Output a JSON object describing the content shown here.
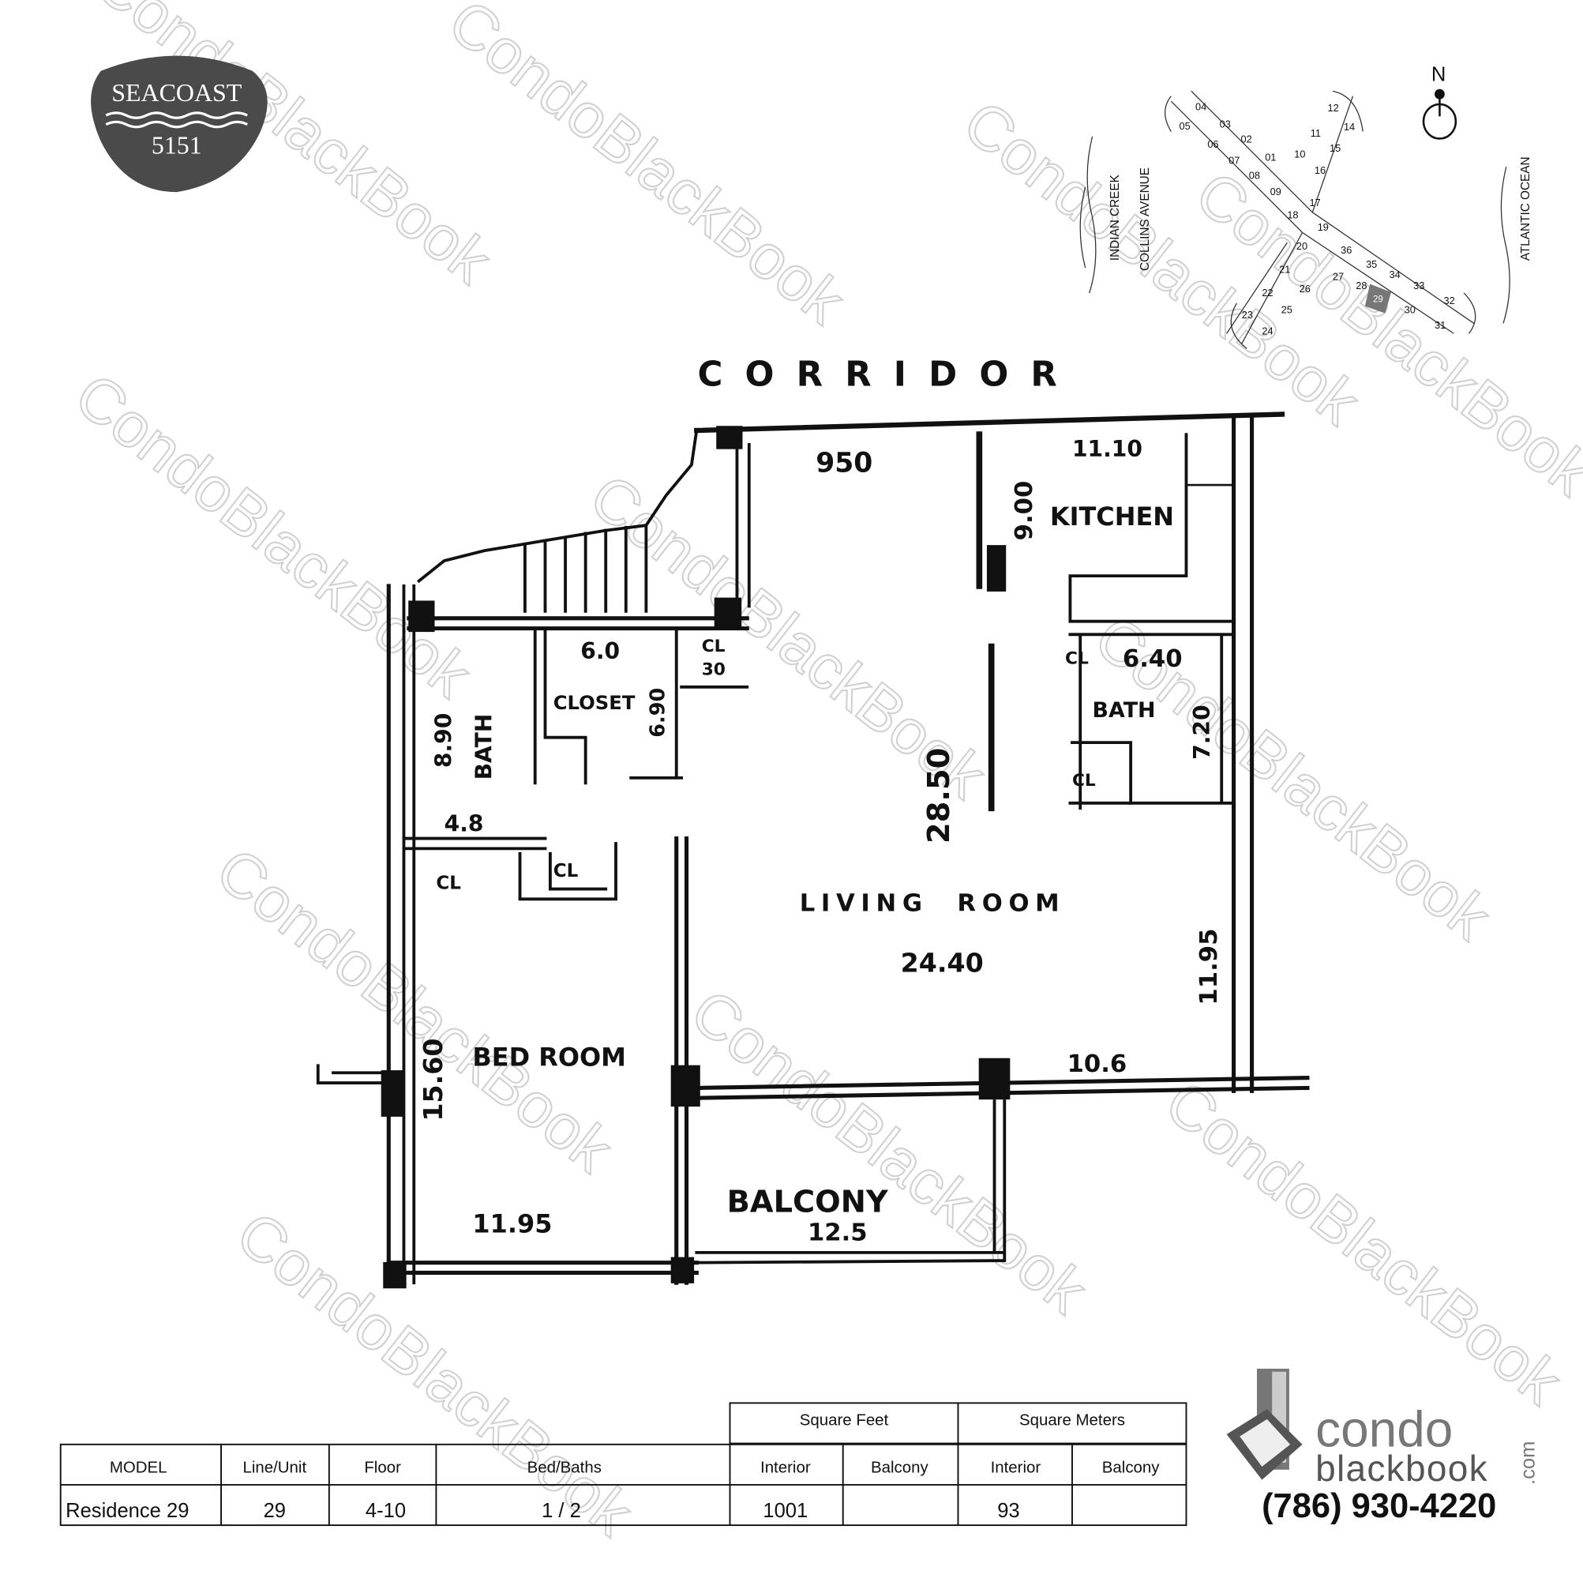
{
  "logo": {
    "name": "SEACOAST",
    "number": "5151"
  },
  "watermark": "CondoBlackBook",
  "site_map": {
    "labels": {
      "west_water": "INDIAN CREEK",
      "west_road": "COLLINS AVENUE",
      "east_water": "ATLANTIC OCEAN",
      "north": "N"
    },
    "units": [
      "01",
      "02",
      "03",
      "04",
      "05",
      "06",
      "07",
      "08",
      "09",
      "10",
      "11",
      "12",
      "14",
      "15",
      "16",
      "17",
      "18",
      "19",
      "20",
      "21",
      "22",
      "23",
      "24",
      "25",
      "26",
      "27",
      "28",
      "29",
      "30",
      "31",
      "32",
      "33",
      "34",
      "35",
      "36"
    ],
    "highlighted_unit": "29",
    "highlight_color": "#777777"
  },
  "floorplan": {
    "corridor": "CORRIDOR",
    "labels": {
      "dim_950": "950",
      "dim_1110": "11.10",
      "dim_900": "9.00",
      "kitchen": "KITCHEN",
      "dim_60": "6.0",
      "cl_top": "CL",
      "dim_30": "30",
      "closet": "CLOSET",
      "dim_690": "6.90",
      "dim_890": "8.90",
      "bath_left": "BATH",
      "dim_640": "6.40",
      "cl_right1": "CL",
      "bath_right": "BATH",
      "dim_720": "7.20",
      "cl_right2": "CL",
      "dim_2850": "28.50",
      "dim_48": "4.8",
      "cl_left1": "CL",
      "cl_left2": "CL",
      "living_room": "LIVING  ROOM",
      "dim_2440": "24.40",
      "dim_1195_right": "11.95",
      "dim_106": "10.6",
      "dim_1560": "15.60",
      "bedroom": "BED ROOM",
      "dim_1195_bed": "11.95",
      "balcony": "BALCONY",
      "dim_125": "12.5"
    }
  },
  "table": {
    "group_headers": [
      "Square Feet",
      "Square Meters"
    ],
    "headers": [
      "MODEL",
      "Line/Unit",
      "Floor",
      "Bed/Baths",
      "Interior",
      "Balcony",
      "Interior",
      "Balcony"
    ],
    "row": [
      "Residence 29",
      "29",
      "4-10",
      "1 / 2",
      "1001",
      "",
      "93",
      ""
    ]
  },
  "brand": {
    "line1": "condo",
    "line2": "blackbook",
    "suffix": ".com",
    "phone": "(786) 930-4220"
  }
}
